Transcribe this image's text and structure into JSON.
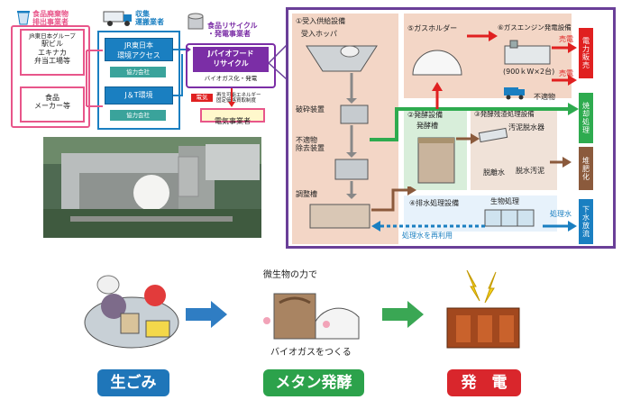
{
  "waste_source": {
    "title": "食品廃棄物\n排出事業者",
    "jr_group": {
      "heading": "JR東日本グループ",
      "items": [
        "駅ビル",
        "エキナカ",
        "弁当工場等"
      ]
    },
    "food_maker": "食品\nメーカー等"
  },
  "collector": {
    "title": "収集\n運搬業者",
    "jr_access": "JR東日本\n環境アクセス",
    "partner1": "協力会社",
    "j_and_t": "J＆T環境",
    "partner2": "協力会社"
  },
  "recycler": {
    "title": "食品リサイクル\n・発電事業者",
    "name": "Jバイオフード\nリサイクル",
    "subtitle": "バイオガス化・発電",
    "denki": "電気",
    "fit_note": "再生可能エネルギー\n固定価格買取制度",
    "utility": "電気事業者"
  },
  "process": {
    "s1": "①受入供給設備",
    "hopper": "受入ホッパ",
    "crusher": "破砕装置",
    "sorter": "不適物\n除去装置",
    "adjust": "調整槽",
    "s2": "②発酵設備",
    "ferment_tank": "発酵槽",
    "s3": "③発酵残渣処理設備",
    "dewater": "汚泥脱水器",
    "sep_liquid": "脱離水",
    "dewatered": "脱水汚泥",
    "s4": "④排水処理設備",
    "bio": "生物処理",
    "treated": "処理水",
    "reuse": "処理水を再利用",
    "s5": "⑤ガスホルダー",
    "s6": "⑥ガスエンジン発電設備",
    "capacity": "(900ｋW×2台)",
    "sell1": "売電",
    "sell2": "売電",
    "unsuitable": "不適物",
    "out_power": "電力販売",
    "out_incin": "焼却処理",
    "out_compost": "堆肥化",
    "out_sewer": "下水放流"
  },
  "flow": {
    "caption_top": "微生物の力で",
    "caption_mid": "バイオガスをつくる",
    "step1": "生ごみ",
    "step2": "メタン発酵",
    "step3": "発　電"
  },
  "colors": {
    "pink": "#e8568a",
    "blue": "#1a7fc1",
    "teal": "#3aa39b",
    "purple": "#6a3f98",
    "green_arrow": "#2eab4f",
    "red_arrow": "#e02020",
    "step1_bg": "#1f76b9",
    "step2_bg": "#2ca24b",
    "step3_bg": "#d9262c"
  }
}
